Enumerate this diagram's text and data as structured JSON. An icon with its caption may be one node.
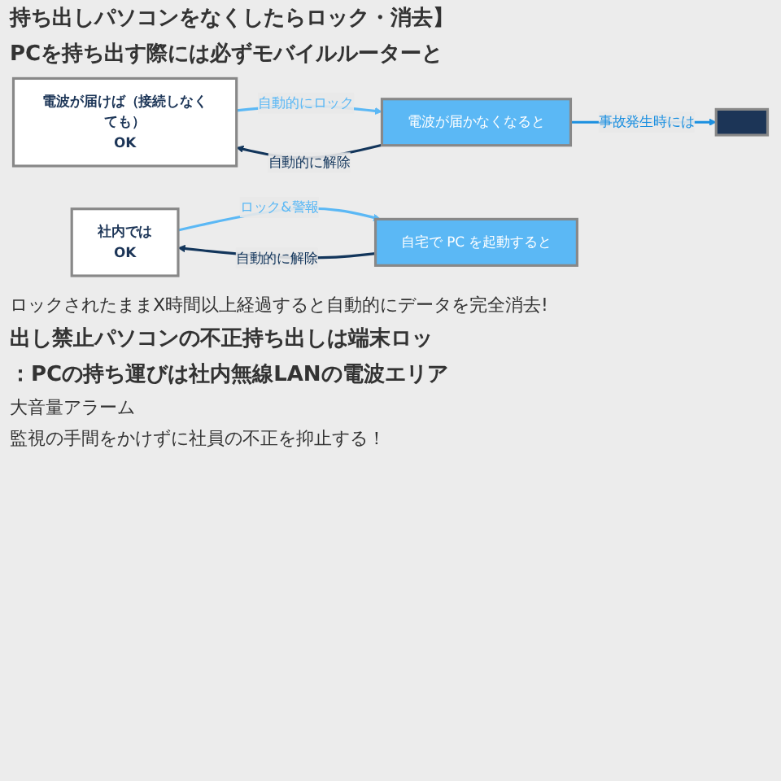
{
  "diagram": {
    "nodes": [
      {
        "text": [
          "電波が届けば（接続しなくても）",
          "OK"
        ]
      },
      {
        "text": [
          "電波が届かなくなると"
        ]
      },
      {
        "text": [],
        "shape": "box"
      },
      {
        "text": [
          "社内では",
          "OK"
        ]
      },
      {
        "text": [
          "自宅で PC を起動すると"
        ]
      }
    ],
    "edges": [
      {
        "from": 0,
        "to": 1,
        "arrow": "to",
        "label": "自動的にロック",
        "color": "#5bb8f5"
      },
      {
        "from": 1,
        "to": 0,
        "arrow": "to",
        "label": "自動的に解除",
        "color": "#12355b"
      },
      {
        "from": 1,
        "to": 2,
        "arrow": "to",
        "label": "事故発生時には",
        "color": "#1a8fe0"
      },
      {
        "from": 3,
        "to": 4,
        "arrow": "to",
        "label": "ロック&警報",
        "color": "#5bb8f5"
      },
      {
        "from": 4,
        "to": 3,
        "arrow": "to",
        "label": "自動的に解除",
        "color": "#12355b"
      }
    ],
    "labels": [
      "持ち出しパソコンをなくしたらロック・消去】",
      "PCを持ち出す際には必ずモバイルルーターと",
      "ロックされたままX時間以上経過すると自動的にデータを完全消去!",
      "出し禁止パソコンの不正持ち出しは端末ロッ",
      "：PCの持ち運びは社内無線LANの電波エリア",
      "大音量アラーム",
      "監視の手間をかけずに社員の不正を抑止する！"
    ]
  }
}
